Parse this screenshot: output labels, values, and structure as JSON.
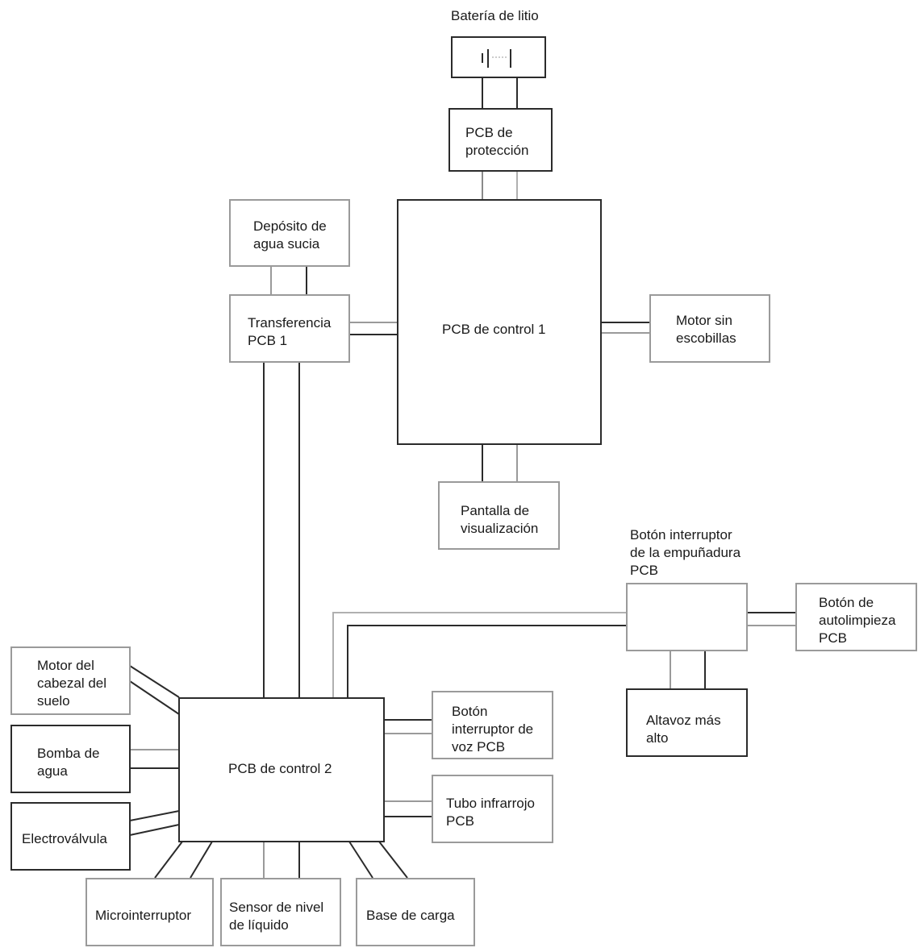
{
  "diagram": {
    "battery_title": "Batería de litio",
    "boxes": {
      "pcb_proteccion": "PCB de\nprotección",
      "deposito": "Depósito de\nagua sucia",
      "transferencia": "Transferencia\nPCB 1",
      "control1": "PCB de control 1",
      "motor_sin_escobillas": "Motor sin\nescobillas",
      "pantalla": "Pantalla de\nvisualización",
      "boton_empunadura": "Botón interruptor\nde la empuñadura\nPCB",
      "autolimpieza": "Botón de\nautolimpieza\nPCB",
      "altavoz": "Altavoz más\nalto",
      "motor_cabezal": "Motor del\ncabezal del\nsuelo",
      "bomba": "Bomba de\nagua",
      "electrovalvula": "Electroválvula",
      "control2": "PCB de control 2",
      "boton_voz": "Botón\ninterruptor de\nvoz PCB",
      "infrarrojo": "Tubo infrarrojo\nPCB",
      "microinterruptor": "Microinterruptor",
      "sensor_nivel": "Sensor de nivel\nde líquido",
      "base_carga": "Base de carga"
    }
  }
}
